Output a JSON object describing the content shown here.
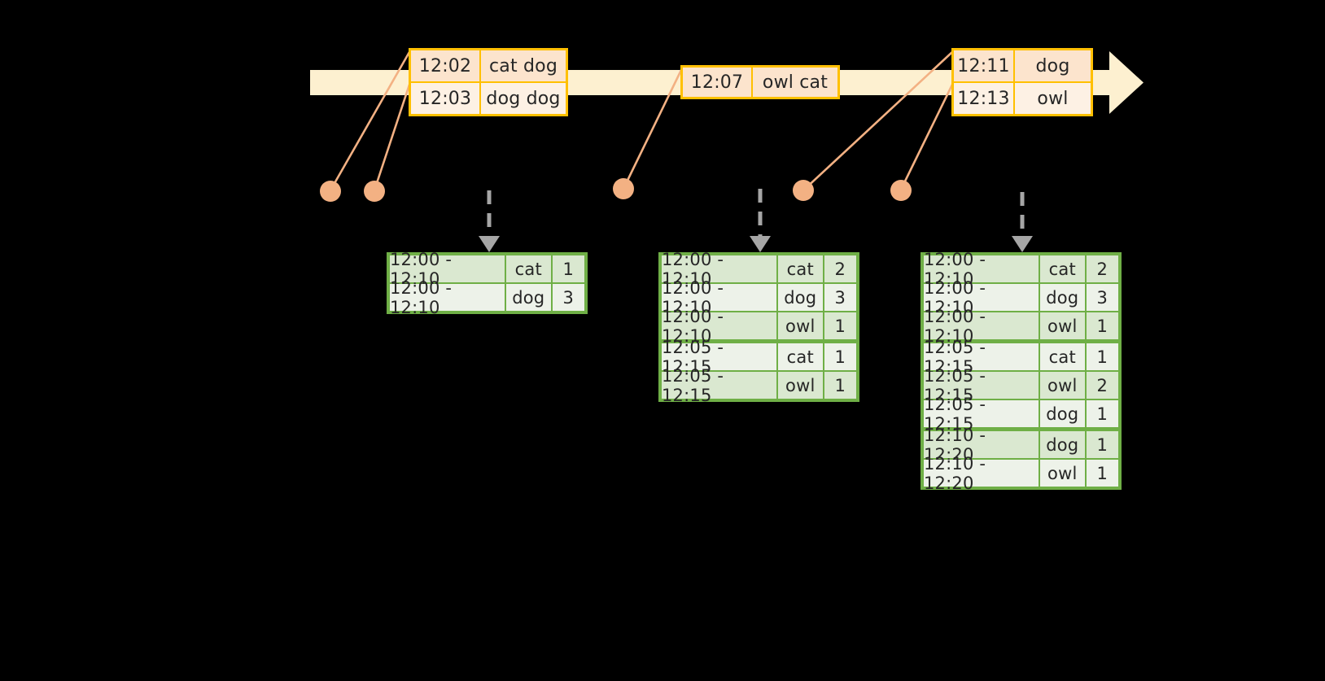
{
  "timeline": {
    "name": "event-stream-timeline",
    "direction_icon": "arrow-right-icon",
    "events": [
      {
        "id": "event-box-1",
        "rows": [
          {
            "time": "12:02",
            "words": "cat dog"
          },
          {
            "time": "12:03",
            "words": "dog dog"
          }
        ]
      },
      {
        "id": "event-box-2",
        "rows": [
          {
            "time": "12:07",
            "words": "owl cat"
          }
        ]
      },
      {
        "id": "event-box-3",
        "rows": [
          {
            "time": "12:11",
            "words": "dog"
          },
          {
            "time": "12:13",
            "words": "owl"
          }
        ]
      }
    ]
  },
  "markers": [
    {
      "name": "event-marker-1"
    },
    {
      "name": "event-marker-2"
    },
    {
      "name": "event-marker-3"
    },
    {
      "name": "event-marker-4"
    },
    {
      "name": "event-marker-5"
    }
  ],
  "results": [
    {
      "name": "result-table-1",
      "rows": [
        {
          "window": "12:00 - 12:10",
          "word": "cat",
          "count": "1"
        },
        {
          "window": "12:00 - 12:10",
          "word": "dog",
          "count": "3"
        }
      ]
    },
    {
      "name": "result-table-2",
      "rows": [
        {
          "window": "12:00 - 12:10",
          "word": "cat",
          "count": "2"
        },
        {
          "window": "12:00 - 12:10",
          "word": "dog",
          "count": "3"
        },
        {
          "window": "12:00 - 12:10",
          "word": "owl",
          "count": "1"
        },
        {
          "window": "12:05 - 12:15",
          "word": "cat",
          "count": "1"
        },
        {
          "window": "12:05 - 12:15",
          "word": "owl",
          "count": "1"
        }
      ]
    },
    {
      "name": "result-table-3",
      "rows": [
        {
          "window": "12:00 - 12:10",
          "word": "cat",
          "count": "2"
        },
        {
          "window": "12:00 - 12:10",
          "word": "dog",
          "count": "3"
        },
        {
          "window": "12:00 - 12:10",
          "word": "owl",
          "count": "1"
        },
        {
          "window": "12:05 - 12:15",
          "word": "cat",
          "count": "1"
        },
        {
          "window": "12:05 - 12:15",
          "word": "owl",
          "count": "2"
        },
        {
          "window": "12:05 - 12:15",
          "word": "dog",
          "count": "1"
        },
        {
          "window": "12:10 - 12:20",
          "word": "dog",
          "count": "1"
        },
        {
          "window": "12:10 - 12:20",
          "word": "owl",
          "count": "1"
        }
      ]
    }
  ],
  "colors": {
    "background": "#000000",
    "timeline_fill": "#FDF0D0",
    "event_border": "#FFC000",
    "event_shade": "#FCE4CD",
    "event_plain": "#FDF1E4",
    "marker": "#F3B183",
    "connector": "#F3B183",
    "table_border": "#6FAF46",
    "table_row_a": "#DAE8D0",
    "table_row_b": "#EDF2E9",
    "dashed_arrow": "#A6A6A6"
  }
}
